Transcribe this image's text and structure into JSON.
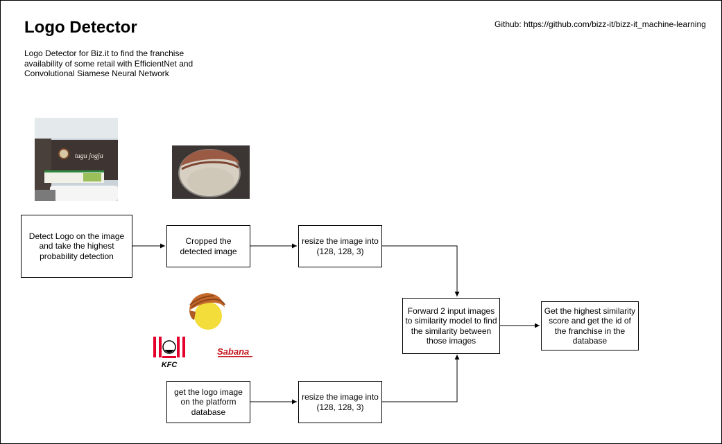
{
  "title": "Logo Detector",
  "description": "Logo Detector for Biz.it to find the franchise availability of some retail with EfficientNet and Convolutional Siamese Neural Network",
  "github": "Github: https://github.com/bizz-it/bizz-it_machine-learning",
  "nodes": {
    "detect": "Detect Logo on the image and take the highest probability detection",
    "crop": "Cropped the detected image",
    "resize_top": "resize the image into (128, 128, 3)",
    "forward": "Forward 2 input images to similarity model to find the similarity between those images",
    "highest": "Get the highest similarity score and get the id of the franchise in the database",
    "get_logo": "get the logo image on the platform database",
    "resize_bottom": "resize the image into (128, 128, 3)"
  },
  "images": {
    "store_sign_text": "tugu jogja",
    "kfc_text": "KFC",
    "sabana_text": "Sabana"
  }
}
